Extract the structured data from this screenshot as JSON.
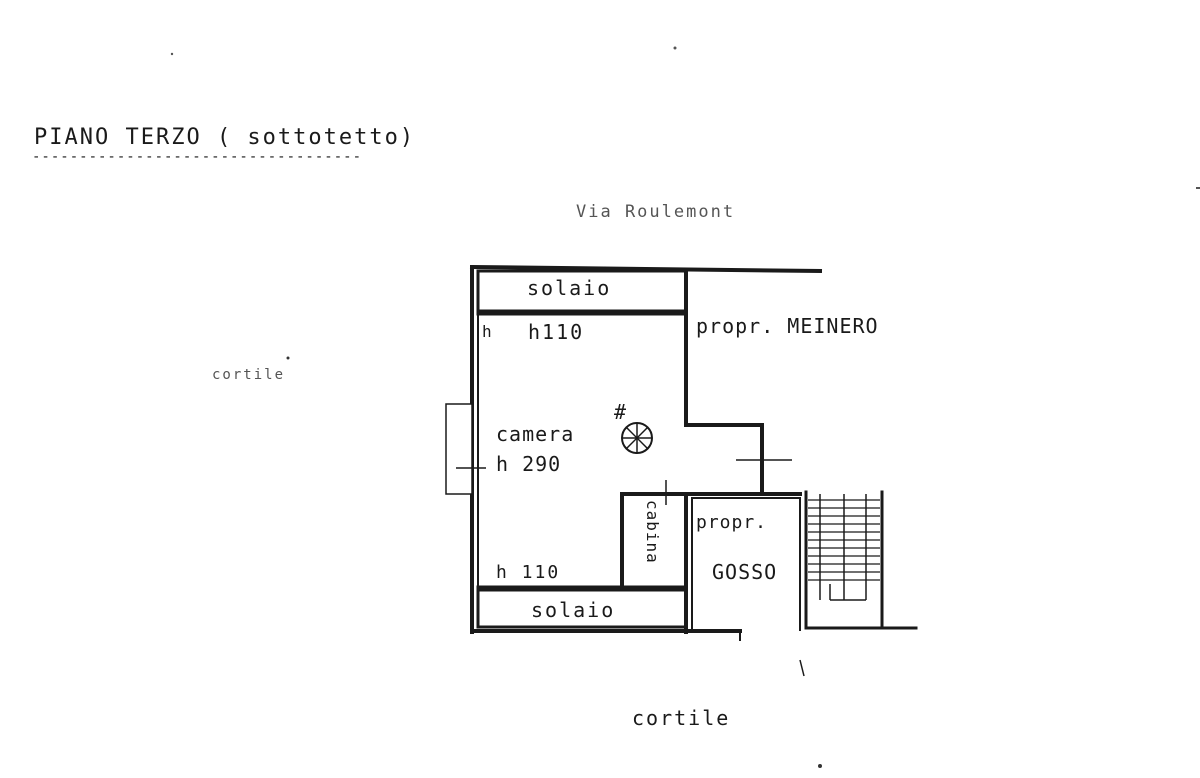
{
  "header": {
    "title": "PIANO TERZO ( sottotetto)",
    "underline": "-----------------------------------"
  },
  "streets": {
    "top": "Via Roulemont",
    "left": "cortile",
    "bottom": "cortile"
  },
  "rooms": {
    "solaio_top": "solaio",
    "solaio_bottom": "solaio",
    "camera": "camera",
    "camera_height": "h 290",
    "height_top": "h110",
    "height_bottom": "h 110",
    "h_marker": "h",
    "wardrobe": "cabina"
  },
  "neighbors": {
    "east": "propr. MEINERO",
    "south_a": "propr.",
    "south_b": "GOSSO"
  },
  "symbols": {
    "chimney_mark": "#"
  },
  "colors": {
    "ink": "#1a1a1a",
    "paper": "#ffffff",
    "faded_ink": "#555555"
  }
}
